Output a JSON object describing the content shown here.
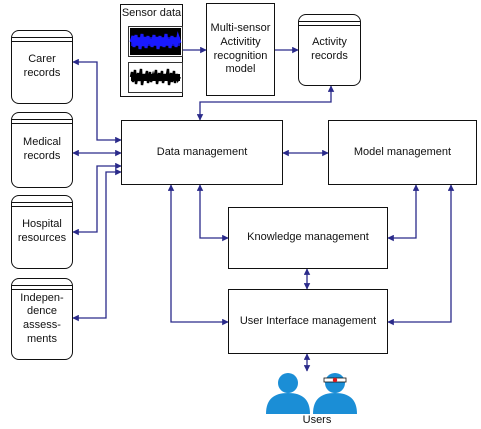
{
  "sensor": {
    "title": "Sensor data"
  },
  "nodes": {
    "multi_sensor": "Multi-sensor\nActivitity\nrecognition\nmodel",
    "activity_records": "Activity\nrecords",
    "carer_records": "Carer\nrecords",
    "medical_records": "Medical\nrecords",
    "hospital_resources": "Hospital\nresources",
    "independence": "Indepen-\ndence\nassess-\nments",
    "data_management": "Data management",
    "model_management": "Model management",
    "knowledge_management": "Knowledge management",
    "ui_management": "User Interface management",
    "users": "Users"
  },
  "colors": {
    "arrow": "#2a2a8a",
    "signal_blue": "#1a1aff",
    "signal_black": "#000000",
    "user_blue": "#1b8ed6"
  }
}
